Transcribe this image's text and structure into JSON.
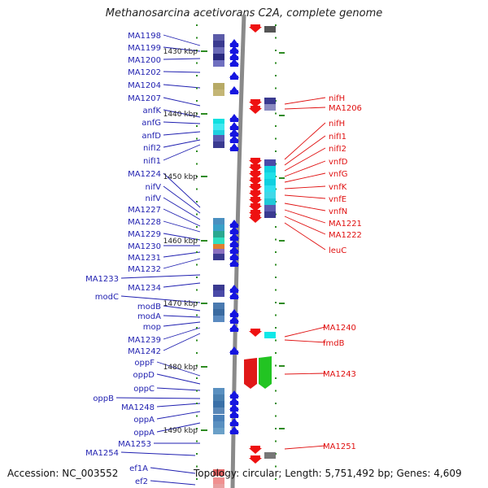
{
  "header": {
    "title": "Methanosarcina acetivorans C2A, complete genome"
  },
  "footer": {
    "accession": "Accession: NC_003552",
    "info": "Topology: circular; Length: 5,751,492 bp; Genes: 4,609"
  },
  "colors": {
    "backbone": "#8a8a8a",
    "left_label": "#1f1fb0",
    "right_label": "#e01010",
    "forward_arrow": "#1515e0",
    "reverse_arrow": "#ee1111",
    "tick": "#2e8b22"
  },
  "ruler": [
    "1430 kbp",
    "1440 kbp",
    "1450 kbp",
    "1460 kbp",
    "1470 kbp",
    "1480 kbp",
    "1490 kbp"
  ],
  "left_genes": [
    "MA1198",
    "MA1199",
    "MA1200",
    "MA1202",
    "MA1204",
    "MA1207",
    "anfK",
    "anfG",
    "anfD",
    "nifI2",
    "nifI1",
    "MA1224",
    "nifV",
    "nifV",
    "MA1227",
    "MA1228",
    "MA1229",
    "MA1230",
    "MA1231",
    "MA1232",
    "MA1233",
    "MA1234",
    "modC",
    "modB",
    "modA",
    "mop",
    "MA1239",
    "MA1242",
    "oppF",
    "oppD",
    "oppC",
    "oppB",
    "MA1248",
    "oppA",
    "oppA",
    "MA1253",
    "MA1254",
    "ef1A",
    "ef2"
  ],
  "right_genes": [
    "nifH",
    "MA1206",
    "nifH",
    "nifI1",
    "nifI2",
    "vnfD",
    "vnfG",
    "vnfK",
    "vnfE",
    "vnfN",
    "MA1221",
    "MA1222",
    "leuC",
    "MA1240",
    "fmdB",
    "MA1243",
    "MA1251"
  ]
}
